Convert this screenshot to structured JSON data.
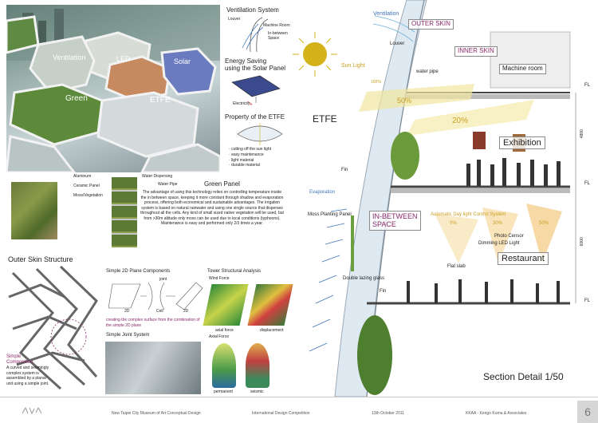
{
  "colors": {
    "accent": "#8b2a6a",
    "skin_label": "#8b2a6a",
    "sun": "#d4b21a",
    "sun_text": "#c9a020",
    "blue": "#3f74b8",
    "photo_green": "#4f7d32"
  },
  "photo_labels": {
    "ventilation": "Ventilation",
    "led": "LED",
    "solar": "Solar",
    "green": "Green",
    "etfe": "ETFE"
  },
  "small_diagrams": {
    "ventilation_system": "Ventilation System",
    "louver": "Louver",
    "machine_room": "Machine Room",
    "in_between_space": "In-between Space",
    "energy_saving": "Energy Saving\nusing the Solar Panel",
    "electricity": "Electricity",
    "property_etfe": "Property of the ETFE",
    "etfe_props": [
      "cutting off the sun light",
      "easy maintenance",
      "light material",
      "durable material"
    ]
  },
  "green_panel": {
    "labels": {
      "aluminum": "Aluminum",
      "ceramic": "Ceramic Panel",
      "moss": "Moss/Vegetation",
      "dispersing": "Water Dispersing",
      "pipe": "Water Pipe"
    },
    "title": "Green Panel",
    "text": "The advantage of using this technology relies on controlling temperature inside the in between space, keeping it more constant through shadow and evaporation process, offering both economical and sustainable advantages. The irrigation system is based on natural rainwater and using one single source that disperses throughout all the cells. Any kind of small sized native vegetation will be used, but from >30m altitude only moss can be used due to local conditions (typhoons). Maintenance is easy and performed only 2/3 times a year."
  },
  "outer_structure": {
    "title": "Outer Skin Structure",
    "simple_composition": "Simple\nComposition",
    "composition_text": "A curved and seemingly complex system is assembled by a planar unit using a simple joint.",
    "plane_title": "Simple 2D Plane Components",
    "joint_label": "joint",
    "labels_2d": [
      "2D",
      "Cell",
      "2D"
    ],
    "creating": "creating the complex surface from the combination of the simple 2D plane",
    "joint_system": "Simple Joint System",
    "tower_title": "Tower Structural Analysis",
    "wind_force": "Wind Force",
    "axial_force": "axial force",
    "displacement": "displacement",
    "axial_title": "Axial Force",
    "permanent": "permanent",
    "seismic": "seismic"
  },
  "section": {
    "ventilation": "Ventilation",
    "outer_skin": "OUTER SKIN",
    "inner_skin": "INNER SKIN",
    "louver": "Louver",
    "water_pipe": "water pipe",
    "machine_room": "Machine room",
    "sun_light": "Sun Light",
    "pct100": "100%",
    "pct50": "50%",
    "pct20": "20%",
    "etfe": "ETFE",
    "exhibition": "Exhibition",
    "fin": "Fin",
    "evaporation": "Evaporation",
    "moss_panel": "Moss Planting Panel",
    "in_between": "IN-BETWEEN\nSPACE",
    "auto_control": "Automatic Day light Control System",
    "p0": "0%",
    "p30": "30%",
    "p50": "50%",
    "photo_censor": "Photo Censor",
    "dimming": "Dimming LED Light",
    "restaurant": "Restaurant",
    "flat_slab": "Flat slab",
    "double_glass": "Double lazing glass",
    "fin2": "Fin",
    "fl": "FL",
    "dim_4800": "4800",
    "dim_6000": "6000",
    "title": "Section Detail 1/50"
  },
  "footer": {
    "project": "New Taipei City  Museum of Art Conceptual Design",
    "competition": "International Design Competition",
    "date": "13th October 2011",
    "firm": "KKAA - Kengo Kuma & Associates",
    "page": "6"
  }
}
